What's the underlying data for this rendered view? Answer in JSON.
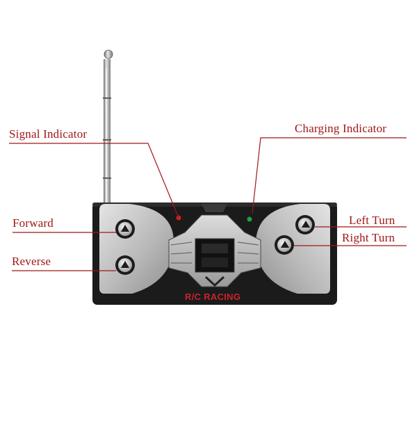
{
  "labels": {
    "signal_indicator": "Signal Indicator",
    "charging_indicator": "Charging Indicator",
    "forward": "Forward",
    "reverse": "Reverse",
    "left_turn": "Left Turn",
    "right_turn": "Right Turn"
  },
  "brand_text": "R/C RACING",
  "colors": {
    "label_text": "#a01616",
    "leader_line": "#a01616",
    "brand": "#c8242a",
    "signal_led": "#d02020",
    "charging_led": "#1fa43a",
    "body_dark": "#1b1b1b",
    "body_silver": "#b9b9b9"
  },
  "icons": {
    "forward_button": "triangle-up-icon",
    "reverse_button": "triangle-down-icon",
    "left_turn_button": "triangle-left-icon",
    "right_turn_button": "triangle-right-icon"
  }
}
